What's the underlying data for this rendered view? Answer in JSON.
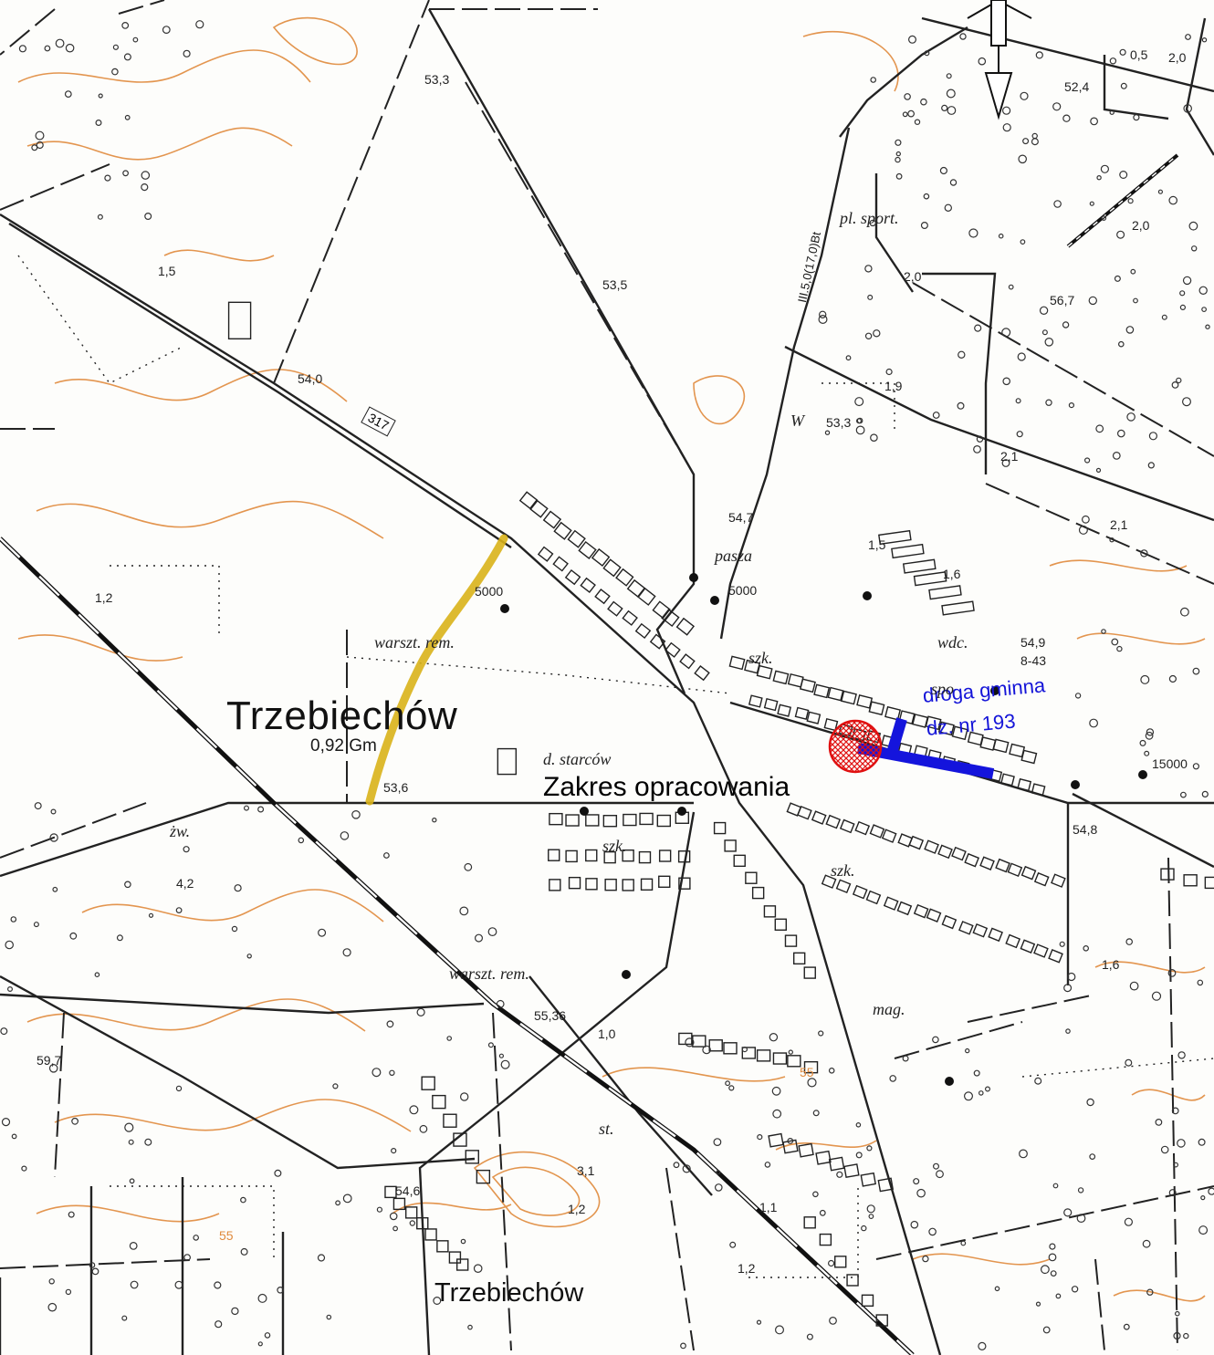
{
  "map": {
    "colors": {
      "contour": "#e08a3c",
      "ink": "#222222",
      "planned_road": "#d9b21a",
      "municipal_road": "#1414dc",
      "scope_marker": "#e01010"
    },
    "labels": {
      "town_main": "Trzebiechów",
      "town_south": "Trzebiechów",
      "distance": "0,92 Gm",
      "scope": "Zakres opracowania",
      "municipal_road_line1": "droga gminna",
      "municipal_road_line2": "dz. nr 193",
      "road_number": "317"
    },
    "spot_heights": {
      "h1": "53,3",
      "h2": "53,5",
      "h3": "54,0",
      "h4": "53,3",
      "h5": "54,7",
      "h6": "53,6",
      "h7": "54,9",
      "h8": "54,8",
      "h9": "56,7",
      "h10": "52,4",
      "h11": "55,36",
      "h12": "59,7",
      "h13": "54,6",
      "h14": "0,5",
      "h15": "2,0",
      "h16": "2,0",
      "h17": "2,0",
      "h18": "2,1",
      "h19": "2,1",
      "h20": "1,5",
      "h21": "1,6",
      "h22": "1,5",
      "h23": "1,2",
      "h24": "1,6",
      "h25": "1,0",
      "h26": "1,2",
      "h27": "1,1",
      "h28": "1,2",
      "h29": "4,2",
      "h30": "3,1",
      "h31": "1,9",
      "h32": "8-43",
      "h33": "5000",
      "h34": "5000",
      "h35": "15000",
      "h36": "55",
      "h37": "55"
    },
    "abbreviations": {
      "a1": "pl. sport.",
      "a2": "pasza",
      "a3": "warszt. rem.",
      "a4": "warszt. rem.",
      "a5": "d. starców",
      "a6": "szk.",
      "a7": "szk.",
      "a8": "szk.",
      "a9": "wdc.",
      "a10": "mag.",
      "a11": "żw.",
      "a12": "st.",
      "a13": "spo",
      "a14": "W",
      "a15": "III.5,0(17,0)Bt"
    }
  }
}
